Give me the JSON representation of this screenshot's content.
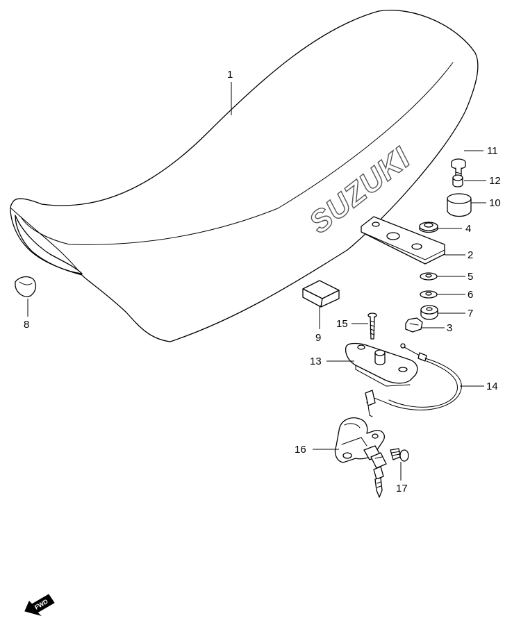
{
  "diagram": {
    "brand_text": "SUZUKI",
    "fwd_label": "FWD",
    "callouts": [
      {
        "id": "1",
        "label": "1"
      },
      {
        "id": "2",
        "label": "2"
      },
      {
        "id": "3",
        "label": "3"
      },
      {
        "id": "4",
        "label": "4"
      },
      {
        "id": "5",
        "label": "5"
      },
      {
        "id": "6",
        "label": "6"
      },
      {
        "id": "7",
        "label": "7"
      },
      {
        "id": "8",
        "label": "8"
      },
      {
        "id": "9",
        "label": "9"
      },
      {
        "id": "10",
        "label": "10"
      },
      {
        "id": "11",
        "label": "11"
      },
      {
        "id": "12",
        "label": "12"
      },
      {
        "id": "13",
        "label": "13"
      },
      {
        "id": "14",
        "label": "14"
      },
      {
        "id": "15",
        "label": "15"
      },
      {
        "id": "16",
        "label": "16"
      },
      {
        "id": "17",
        "label": "17"
      }
    ]
  }
}
